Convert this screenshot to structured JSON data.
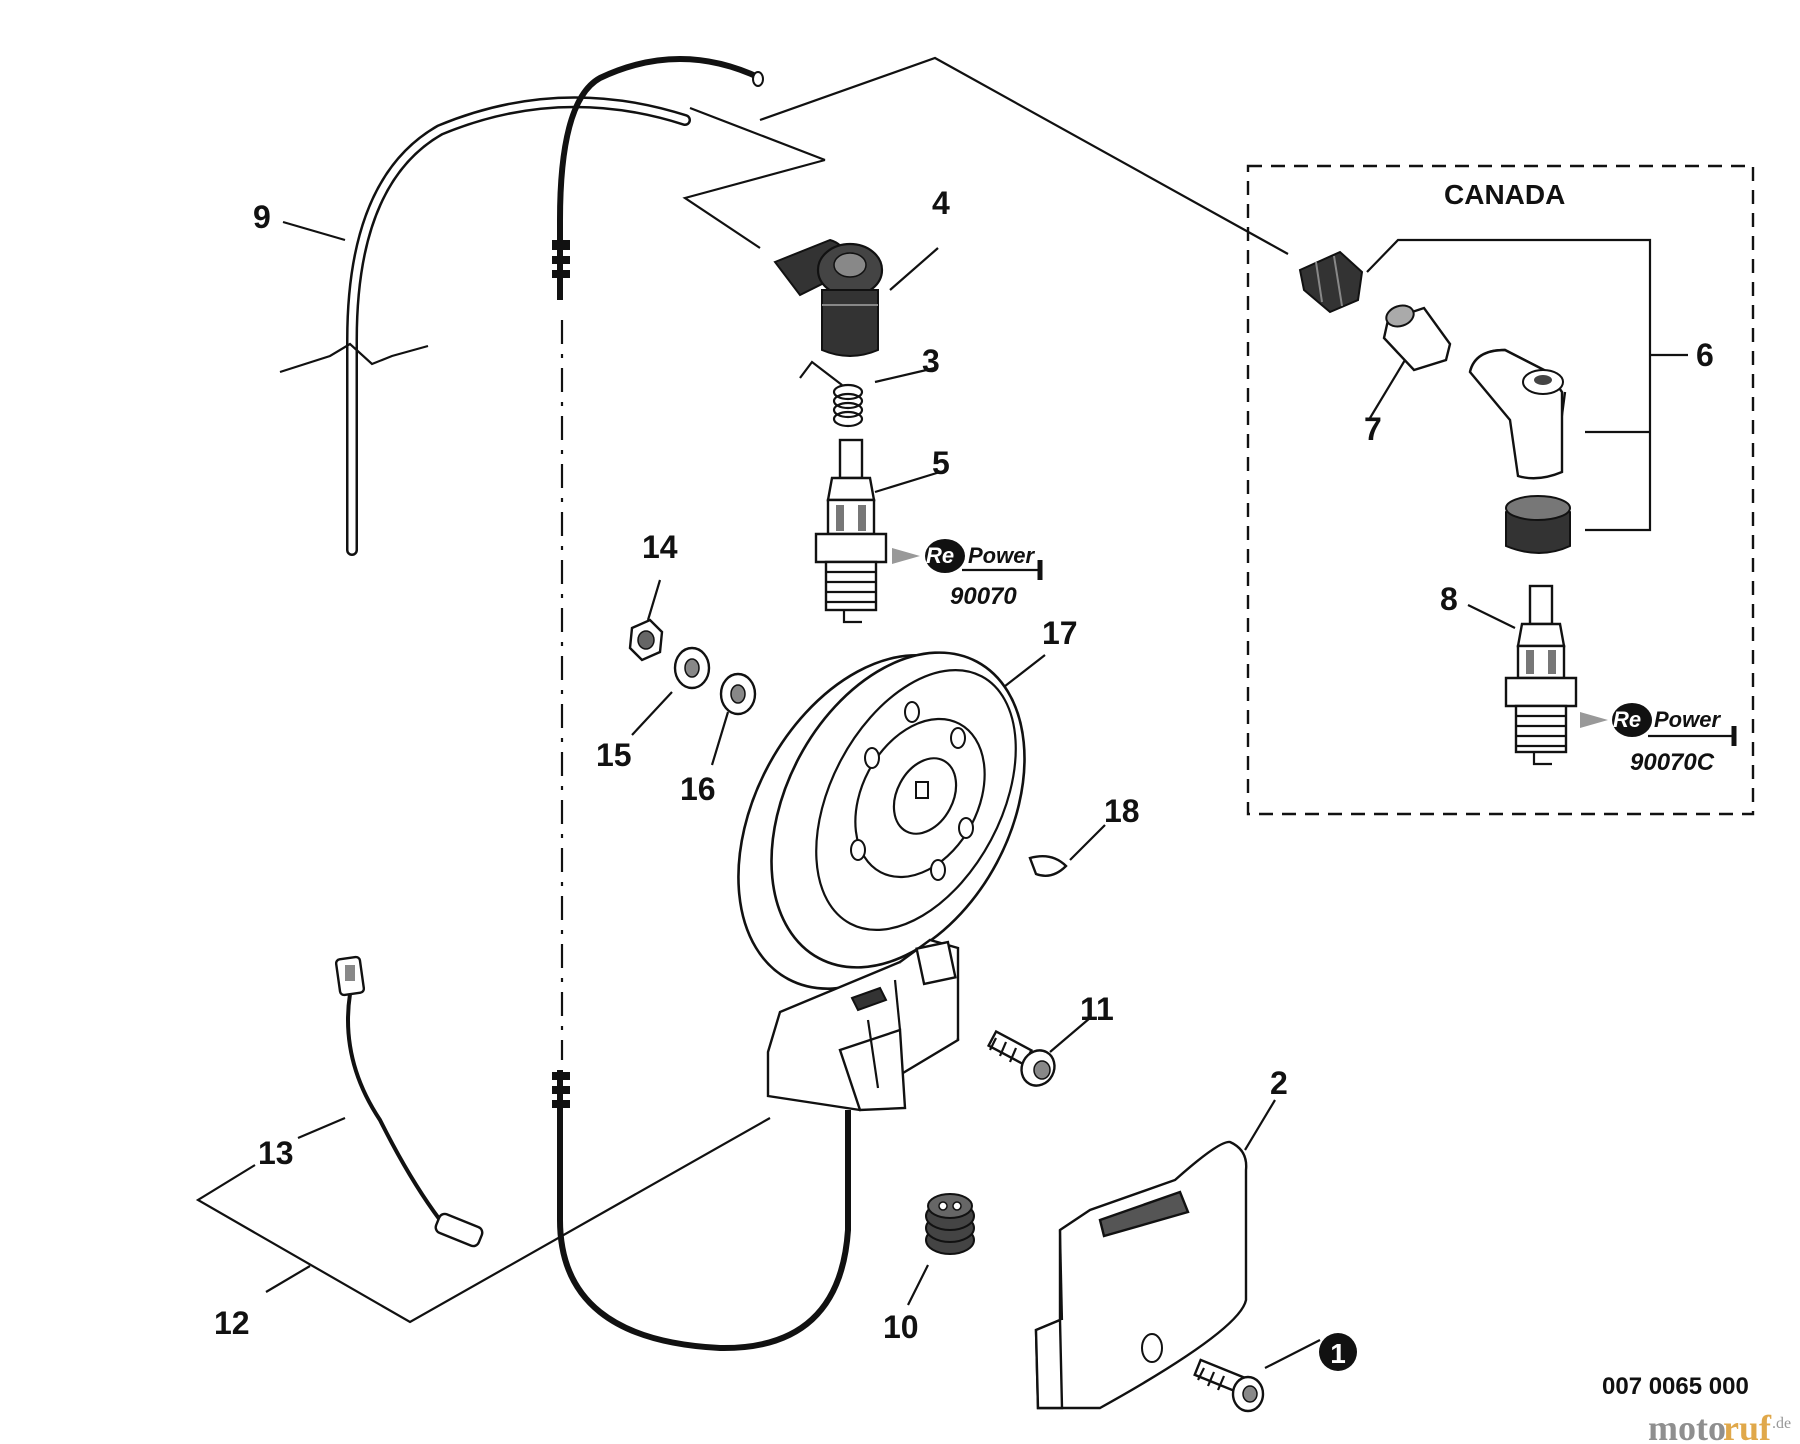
{
  "callouts": {
    "c1": "1",
    "c2": "2",
    "c3": "3",
    "c4": "4",
    "c5": "5",
    "c6": "6",
    "c7": "7",
    "c8": "8",
    "c9": "9",
    "c10": "10",
    "c11": "11",
    "c12": "12",
    "c13": "13",
    "c14": "14",
    "c15": "15",
    "c16": "16",
    "c17": "17",
    "c18": "18"
  },
  "region_label": "CANADA",
  "repower": {
    "brand_re": "Re",
    "brand_power": "Power",
    "part_a": "90070",
    "part_b": "90070C"
  },
  "diagram_code": "007 0065 000",
  "watermark": {
    "part1": "moto",
    "part2": "ruf",
    "suffix": ".de"
  }
}
